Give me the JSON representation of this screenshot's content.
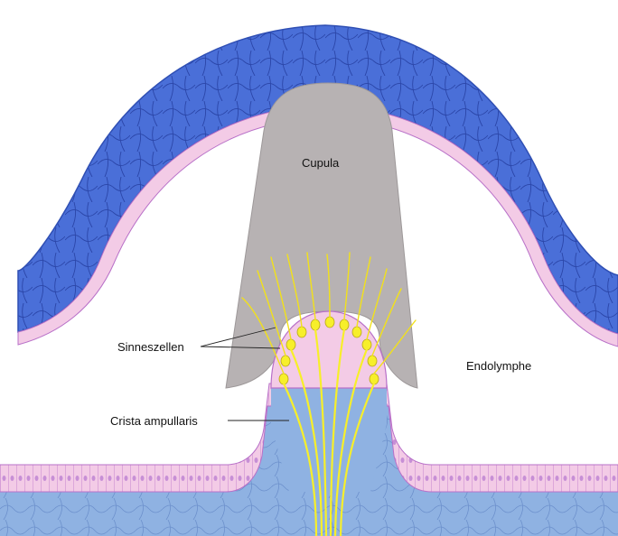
{
  "labels": {
    "cupula": "Cupula",
    "endolymphe": "Endolymphe",
    "sinneszellen": "Sinneszellen",
    "crista_ampullaris": "Crista ampullaris"
  },
  "colors": {
    "background": "#ffffff",
    "wall_outer_blue": "#3f64cf",
    "wall_inner_blue": "#5678dc",
    "epithelium_pink": "#f3cbe6",
    "epithelium_outline": "#b870c8",
    "cupula_gray": "#b7b2b3",
    "base_connective_blue": "#8cb0e0",
    "nerve_yellow": "#f7ef2a"
  },
  "icons": [
    "sensory-hair-cell-icon"
  ]
}
